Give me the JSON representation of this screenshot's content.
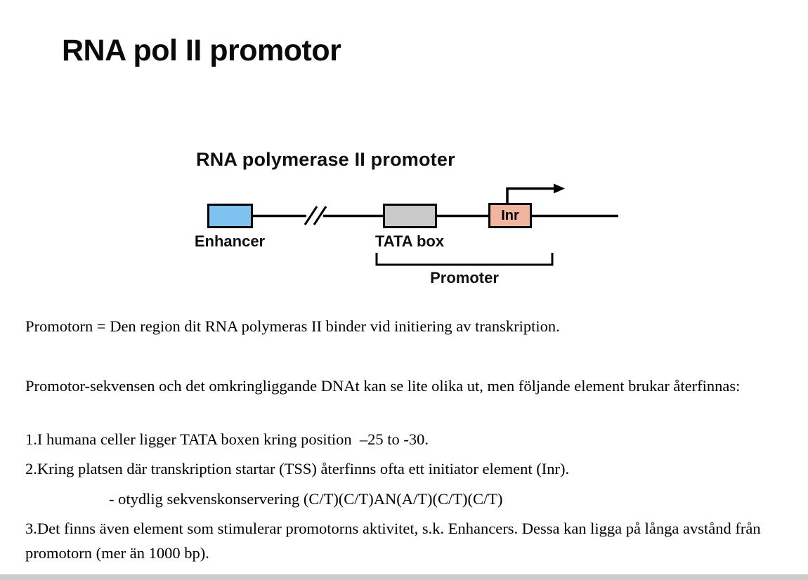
{
  "slide": {
    "title": "RNA pol II promotor",
    "diagram": {
      "heading": "RNA polymerase II promoter",
      "enhancer_label": "Enhancer",
      "tata_box_label": "TATA box",
      "inr_label": "Inr",
      "promoter_label": "Promoter",
      "colors": {
        "enhancer_fill": "#7ec2ef",
        "tata_fill": "#c9c9c9",
        "inr_fill": "#f1b49f",
        "line_color": "#000000"
      }
    },
    "body": {
      "p1": "Promotorn = Den region dit RNA polymeras II binder vid initiering av transkription.",
      "p2": "Promotor-sekvensen och det omkringliggande DNAt kan se lite olika ut, men följande element brukar återfinnas:",
      "item1": "1.I humana celler ligger TATA boxen kring position  –25 to -30.",
      "item2": "2.Kring platsen där transkription startar (TSS) återfinns ofta ett initiator element (Inr).",
      "item2_sub": "- otydlig sekvenskonservering (C/T)(C/T)AN(A/T)(C/T)(C/T)",
      "item3": "3.Det finns även element som stimulerar promotorns aktivitet, s.k. Enhancers. Dessa kan ligga på långa avstånd från promotorn (mer än 1000 bp)."
    }
  }
}
